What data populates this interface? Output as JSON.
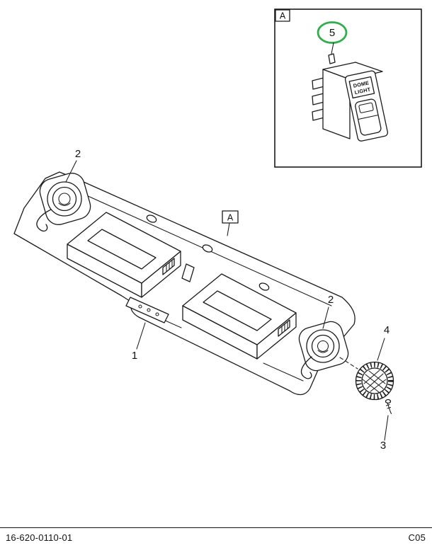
{
  "footer": {
    "part_number": "16-620-0110-01",
    "sheet_code": "C05"
  },
  "detail_inset": {
    "frame_label": "A",
    "switch_callout": "5",
    "switch_label": {
      "line1": "DOME",
      "line2": "LIGHT"
    }
  },
  "callouts": {
    "panel_assembly": "1",
    "lamp_socket_left": "2",
    "lamp_socket_right": "2",
    "screw": "3",
    "lamp_lens": "4",
    "detail_marker": "A"
  },
  "colors": {
    "line": "#1a1a1a",
    "highlight_circle": "#2fae4a"
  }
}
